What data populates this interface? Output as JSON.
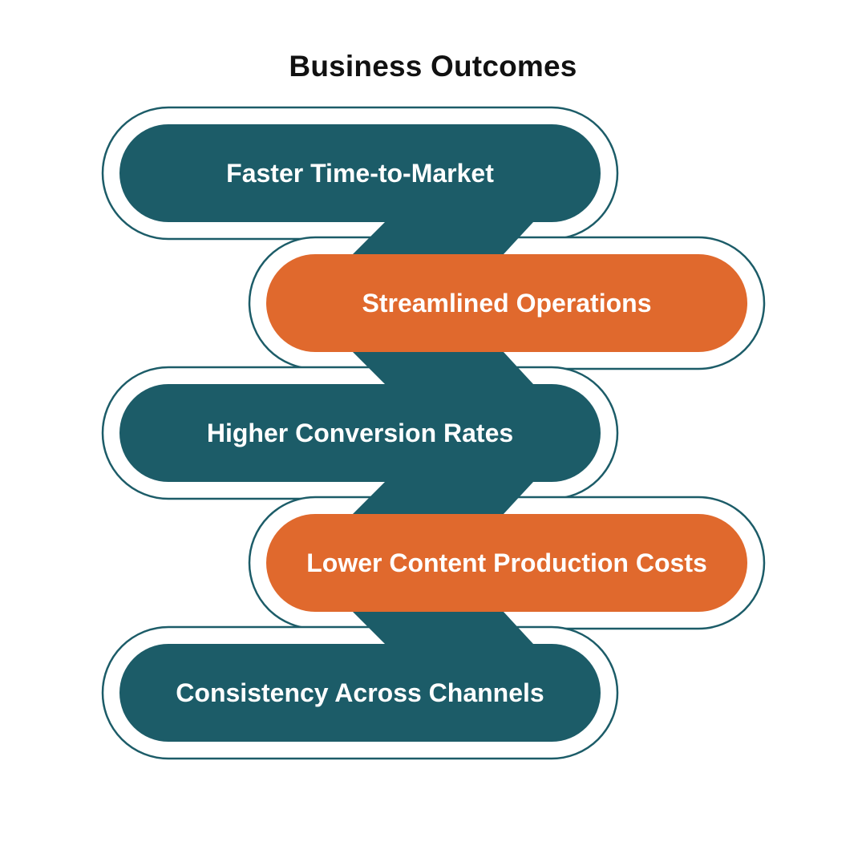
{
  "title": "Business Outcomes",
  "colors": {
    "teal": "#1c5c68",
    "orange": "#e0692d",
    "outline": "#1c5c68",
    "background": "#ffffff",
    "title": "#111111"
  },
  "outcomes": [
    {
      "label": "Faster Time-to-Market",
      "color": "teal"
    },
    {
      "label": "Streamlined Operations",
      "color": "orange"
    },
    {
      "label": "Higher Conversion Rates",
      "color": "teal"
    },
    {
      "label": "Lower Content Production Costs",
      "color": "orange"
    },
    {
      "label": "Consistency Across Channels",
      "color": "teal"
    }
  ]
}
